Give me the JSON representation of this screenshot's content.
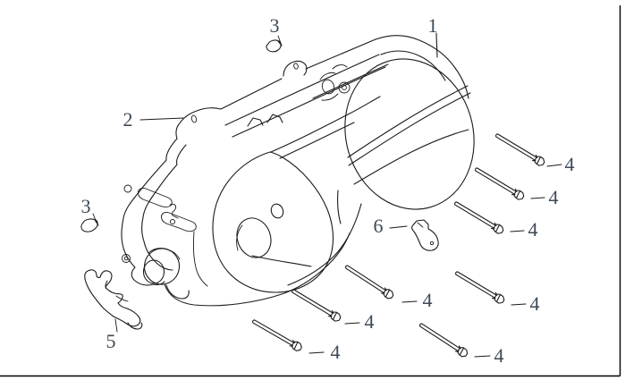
{
  "page": {
    "background": "#ffffff",
    "border_color": "#000000"
  },
  "diagram": {
    "line_color": "#1b1b1b",
    "label_color": "#3d4956",
    "callouts": {
      "cover": "1",
      "gasket": "2",
      "dowel_top": "3",
      "dowel_left": "3",
      "bracket": "5",
      "clamp": "6",
      "bolts": [
        "4",
        "4",
        "4",
        "4",
        "4",
        "4",
        "4",
        "4"
      ]
    }
  }
}
